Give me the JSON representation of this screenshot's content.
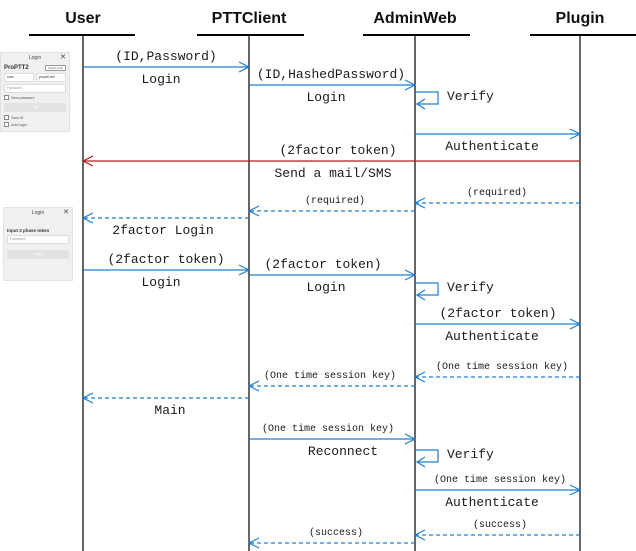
{
  "participants": [
    "User",
    "PTTClient",
    "AdminWeb",
    "Plugin"
  ],
  "colors": {
    "message": "#1f7fd0",
    "alert": "#b01c1c",
    "lifeline": "#000000"
  },
  "messages": [
    {
      "from": 0,
      "to": 1,
      "style": "solid",
      "color": "message",
      "above": "(ID,Password)",
      "below": "Login"
    },
    {
      "from": 1,
      "to": 2,
      "style": "solid",
      "color": "message",
      "above": "(ID,HashedPassword)",
      "below": "Login"
    },
    {
      "from": 2,
      "to": 3,
      "style": "solid",
      "color": "message",
      "above": "",
      "below": "Authenticate"
    },
    {
      "from": 3,
      "to": 0,
      "style": "solid",
      "color": "alert",
      "above": "(2factor token)",
      "below": "Send a mail/SMS"
    },
    {
      "from": 3,
      "to": 2,
      "style": "dashed",
      "color": "message",
      "above": "(required)",
      "below": "",
      "small": true
    },
    {
      "from": 2,
      "to": 1,
      "style": "dashed",
      "color": "message",
      "above": "(required)",
      "below": "",
      "small": true
    },
    {
      "from": 1,
      "to": 0,
      "style": "dashed",
      "color": "message",
      "above": "",
      "below": "2factor Login"
    },
    {
      "from": 0,
      "to": 1,
      "style": "solid",
      "color": "message",
      "above": "(2factor token)",
      "below": "Login"
    },
    {
      "from": 1,
      "to": 2,
      "style": "solid",
      "color": "message",
      "above": "(2factor token)",
      "below": "Login"
    },
    {
      "from": 2,
      "to": 3,
      "style": "solid",
      "color": "message",
      "above": "(2factor token)",
      "below": "Authenticate"
    },
    {
      "from": 3,
      "to": 2,
      "style": "dashed",
      "color": "message",
      "above": "(One time session key)",
      "below": "",
      "small": true
    },
    {
      "from": 2,
      "to": 1,
      "style": "dashed",
      "color": "message",
      "above": "(One time session key)",
      "below": "",
      "small": true
    },
    {
      "from": 1,
      "to": 0,
      "style": "dashed",
      "color": "message",
      "above": "",
      "below": "Main"
    },
    {
      "from": 1,
      "to": 2,
      "style": "solid",
      "color": "message",
      "above": "(One time session key)",
      "below": "Reconnect",
      "smallAbove": true
    },
    {
      "from": 2,
      "to": 3,
      "style": "solid",
      "color": "message",
      "above": "(One time session key)",
      "below": "Authenticate",
      "smallAbove": true
    },
    {
      "from": 3,
      "to": 2,
      "style": "dashed",
      "color": "message",
      "above": "(success)",
      "below": "",
      "small": true
    },
    {
      "from": 2,
      "to": 1,
      "style": "dashed",
      "color": "message",
      "above": "(success)",
      "below": "",
      "small": true
    }
  ],
  "self_calls": [
    {
      "at": 2,
      "label": "Verify"
    },
    {
      "at": 2,
      "label": "Verify"
    },
    {
      "at": 2,
      "label": "Verify"
    }
  ],
  "login_dialog": {
    "title": "Login",
    "close": "✕",
    "app": "ProPTT2",
    "button_small": "Select host",
    "user": "user",
    "server": "propttl.net",
    "password_placeholder": "Password",
    "view_password": "View password",
    "login_button": "Login",
    "save_id": "Save ID",
    "auto_login": "Auto login"
  },
  "token_dialog": {
    "title": "Login",
    "close": "✕",
    "prompt": "Input 2 phase token",
    "password_placeholder": "Password",
    "login_button": "Login"
  }
}
